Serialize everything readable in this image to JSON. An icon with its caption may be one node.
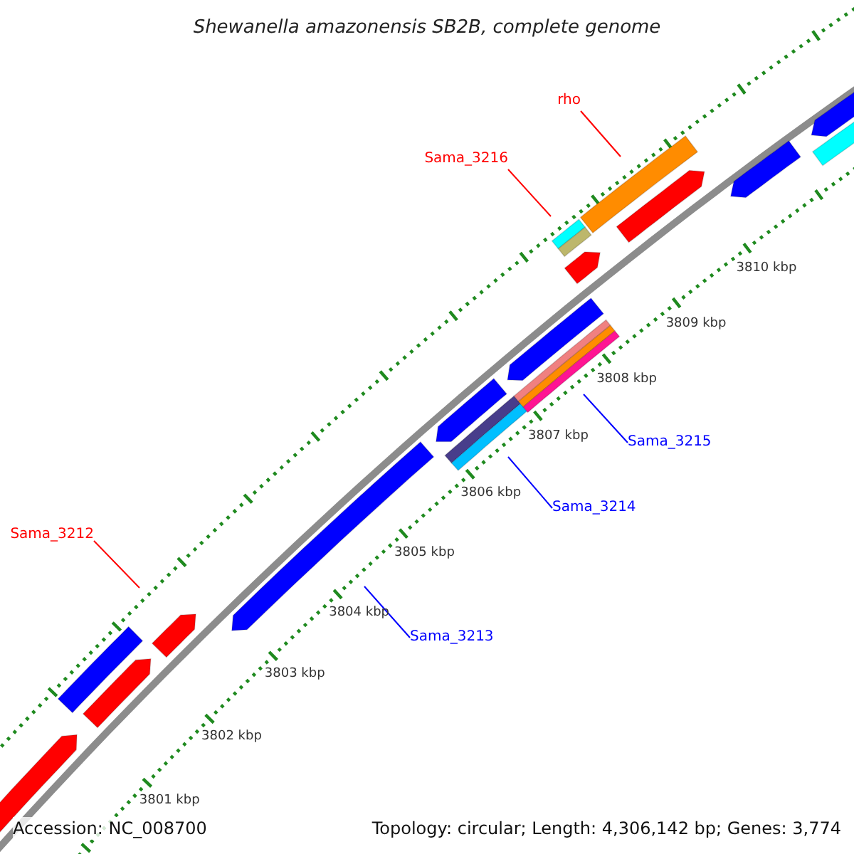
{
  "diagram": {
    "title": "Shewanella amazonensis SB2B, complete genome",
    "nodes": [
      {
        "text": [
          "rho"
        ]
      },
      {
        "text": [
          "Sama_3216"
        ]
      },
      {
        "text": [
          "Sama_3215"
        ]
      },
      {
        "text": [
          "Sama_3214"
        ]
      },
      {
        "text": [
          "Sama_3212"
        ]
      },
      {
        "text": [
          "Sama_3213"
        ]
      }
    ],
    "edges": [
      {
        "from": 0,
        "to": null,
        "arrow": "none",
        "color": "#ff0000"
      },
      {
        "from": 1,
        "to": null,
        "arrow": "none",
        "color": "#ff0000"
      },
      {
        "from": 2,
        "to": null,
        "arrow": "none",
        "color": "#0000ff"
      },
      {
        "from": 3,
        "to": null,
        "arrow": "none",
        "color": "#0000ff"
      },
      {
        "from": 4,
        "to": null,
        "arrow": "none",
        "color": "#ff0000"
      },
      {
        "from": 5,
        "to": null,
        "arrow": "none",
        "color": "#0000ff"
      }
    ],
    "labels": [
      "3810 kbp",
      "3809 kbp",
      "3808 kbp",
      "3807 kbp",
      "3806 kbp",
      "3805 kbp",
      "3804 kbp",
      "3803 kbp",
      "3802 kbp",
      "3801 kbp",
      "Accession: NC_008700",
      "Topology: circular; Length: 4,306,142 bp; Genes: 3,774"
    ]
  }
}
